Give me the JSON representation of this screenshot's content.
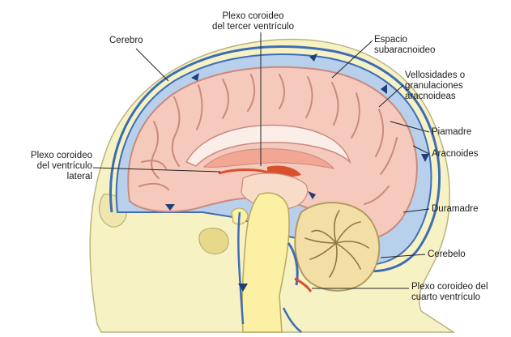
{
  "labels": {
    "cerebro": "Cerebro",
    "plexo_tercer": [
      "Plexo coroideo",
      "del tercer ventrículo"
    ],
    "espacio": [
      "Espacio",
      "subaracnoideo"
    ],
    "vellosidades": [
      "Vellosidades o",
      "granulaciones",
      "aracnoideas"
    ],
    "piamadre": "Piamadre",
    "aracnoides": "Aracnoides",
    "plexo_lateral": [
      "Plexo coroideo",
      "del ventrículo",
      "lateral"
    ],
    "duramadre": "Duramadre",
    "cerebelo": "Cerebelo",
    "plexo_cuarto": [
      "Plexo coroideo del",
      "cuarto ventrículo"
    ]
  },
  "colors": {
    "skin": "#f7f2c4",
    "skin_edge": "#b9b37e",
    "csf_blue": "#b8d0ec",
    "blue_line": "#3e6db5",
    "brain": "#f6c9bd",
    "brain_line": "#c98a7e",
    "brainstem": "#fbf0a4",
    "cerebellum": "#f3dfa6",
    "choroid": "#d9502f",
    "leader": "#222222"
  }
}
